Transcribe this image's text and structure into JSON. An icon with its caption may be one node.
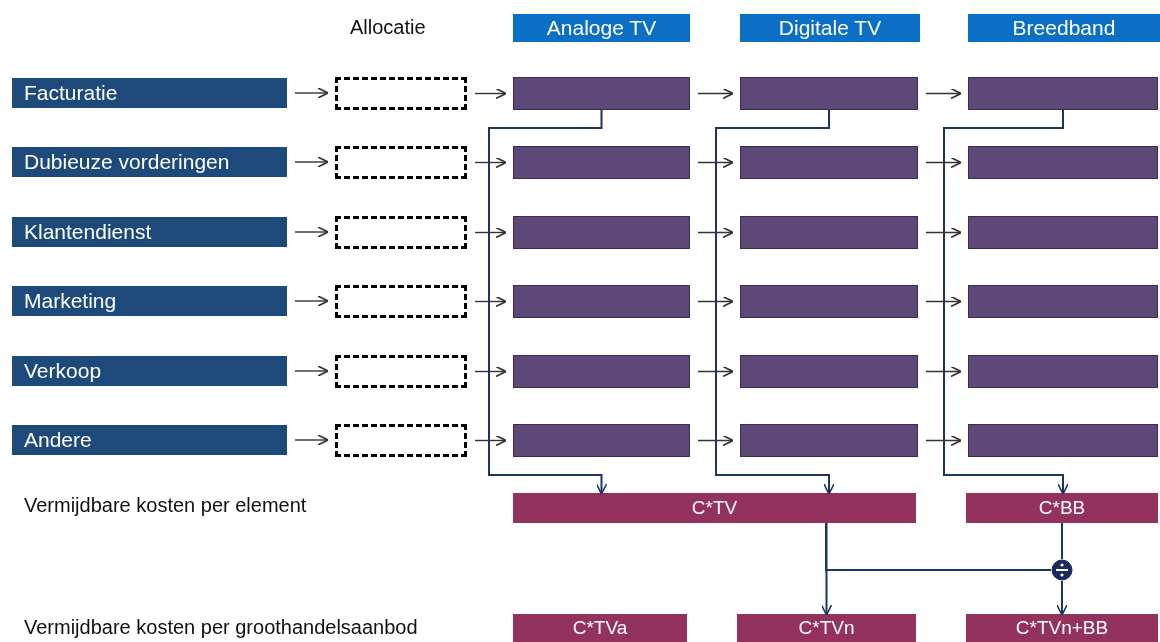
{
  "diagram": {
    "nodes": [
      {
        "text": [
          "Analoge TV"
        ]
      },
      {
        "text": [
          "Digitale TV"
        ]
      },
      {
        "text": [
          "Breedband"
        ]
      },
      {
        "text": [
          "Facturatie"
        ]
      },
      {
        "text": [],
        "shape": "box"
      },
      {
        "text": [],
        "shape": "box"
      },
      {
        "text": [],
        "shape": "box"
      },
      {
        "text": [],
        "shape": "box"
      },
      {
        "text": [
          "Dubieuze vorderingen"
        ]
      },
      {
        "text": [],
        "shape": "box"
      },
      {
        "text": [],
        "shape": "box"
      },
      {
        "text": [],
        "shape": "box"
      },
      {
        "text": [],
        "shape": "box"
      },
      {
        "text": [
          "Klantendienst"
        ]
      },
      {
        "text": [],
        "shape": "box"
      },
      {
        "text": [],
        "shape": "box"
      },
      {
        "text": [],
        "shape": "box"
      },
      {
        "text": [],
        "shape": "box"
      },
      {
        "text": [
          "Marketing"
        ]
      },
      {
        "text": [],
        "shape": "box"
      },
      {
        "text": [],
        "shape": "box"
      },
      {
        "text": [],
        "shape": "box"
      },
      {
        "text": [],
        "shape": "box"
      },
      {
        "text": [
          "Verkoop"
        ]
      },
      {
        "text": [],
        "shape": "box"
      },
      {
        "text": [],
        "shape": "box"
      },
      {
        "text": [],
        "shape": "box"
      },
      {
        "text": [],
        "shape": "box"
      },
      {
        "text": [
          "Andere"
        ]
      },
      {
        "text": [],
        "shape": "box"
      },
      {
        "text": [],
        "shape": "box"
      },
      {
        "text": [],
        "shape": "box"
      },
      {
        "text": [],
        "shape": "box"
      },
      {
        "text": [
          "C*TV"
        ]
      },
      {
        "text": [
          "C*BB"
        ]
      },
      {
        "text": [],
        "shape": "circle"
      },
      {
        "text": [
          "C*TVa"
        ]
      },
      {
        "text": [
          "C*TVn"
        ]
      },
      {
        "text": [
          "C*TVn+BB"
        ]
      }
    ],
    "edges": [
      {
        "from": 3,
        "to": 4,
        "arrow": "to"
      },
      {
        "from": 4,
        "to": 5,
        "arrow": "to"
      },
      {
        "from": 5,
        "to": 6,
        "arrow": "to"
      },
      {
        "from": 6,
        "to": 7,
        "arrow": "to"
      },
      {
        "from": 8,
        "to": 9,
        "arrow": "to"
      },
      {
        "from": 9,
        "to": 10,
        "arrow": "to"
      },
      {
        "from": 10,
        "to": 11,
        "arrow": "to"
      },
      {
        "from": 11,
        "to": 12,
        "arrow": "to"
      },
      {
        "from": 13,
        "to": 14,
        "arrow": "to"
      },
      {
        "from": 14,
        "to": 15,
        "arrow": "to"
      },
      {
        "from": 15,
        "to": 16,
        "arrow": "to"
      },
      {
        "from": 16,
        "to": 17,
        "arrow": "to"
      },
      {
        "from": 18,
        "to": 19,
        "arrow": "to"
      },
      {
        "from": 19,
        "to": 20,
        "arrow": "to"
      },
      {
        "from": 20,
        "to": 21,
        "arrow": "to"
      },
      {
        "from": 21,
        "to": 22,
        "arrow": "to"
      },
      {
        "from": 23,
        "to": 24,
        "arrow": "to"
      },
      {
        "from": 24,
        "to": 25,
        "arrow": "to"
      },
      {
        "from": 25,
        "to": 26,
        "arrow": "to"
      },
      {
        "from": 26,
        "to": 27,
        "arrow": "to"
      },
      {
        "from": 28,
        "to": 29,
        "arrow": "to"
      },
      {
        "from": 29,
        "to": 30,
        "arrow": "to"
      },
      {
        "from": 30,
        "to": 31,
        "arrow": "to"
      },
      {
        "from": 31,
        "to": 32,
        "arrow": "to"
      },
      {
        "from": 5,
        "to": 33,
        "arrow": "to"
      },
      {
        "from": 6,
        "to": 33,
        "arrow": "to"
      },
      {
        "from": 7,
        "to": 34,
        "arrow": "to"
      },
      {
        "from": 33,
        "to": 37,
        "arrow": "to"
      },
      {
        "from": 33,
        "to": 35,
        "arrow": "none"
      },
      {
        "from": 34,
        "to": 35,
        "arrow": "none"
      },
      {
        "from": 35,
        "to": 38,
        "arrow": "to"
      }
    ],
    "labels": [
      "Allocatie",
      "Vermijdbare kosten per element",
      "Vermijdbare kosten per groothandelsaanbod"
    ]
  }
}
